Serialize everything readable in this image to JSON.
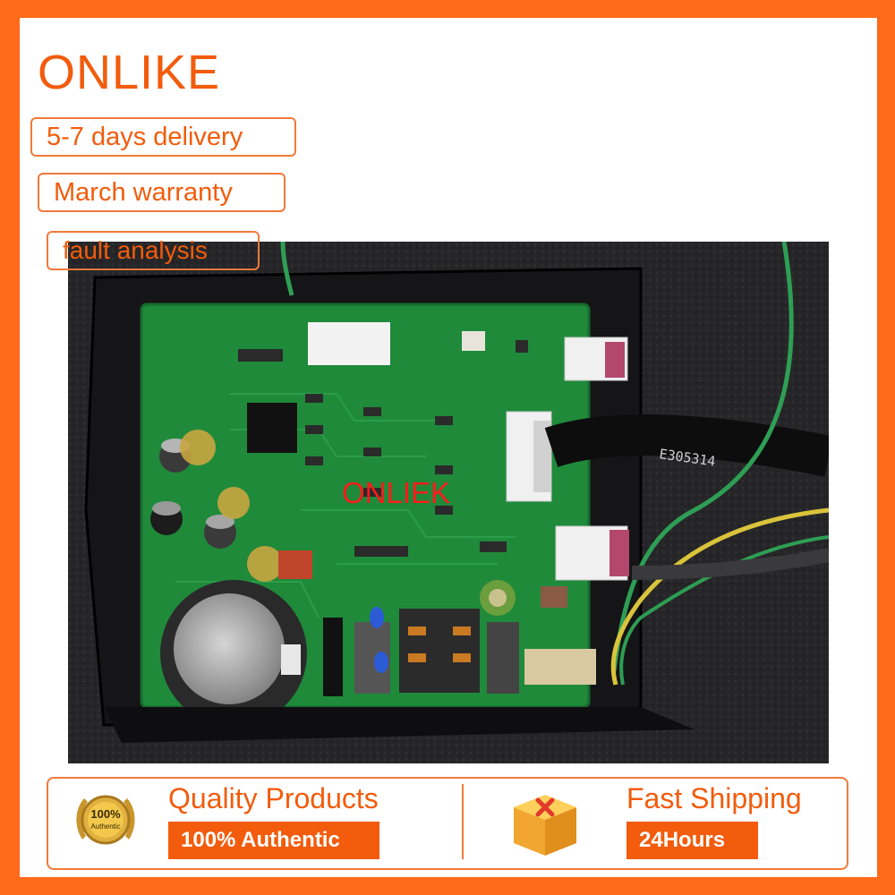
{
  "brand": {
    "name": "ONLIKE",
    "color": "#f25c0c"
  },
  "tags": {
    "delivery": "5-7 days delivery",
    "warranty": "March warranty",
    "analysis": "fault analysis"
  },
  "photo": {
    "watermark": "ONLIEK",
    "board_label": "E305314"
  },
  "features": {
    "quality": {
      "title": "Quality Products",
      "pill": "100% Authentic"
    },
    "shipping": {
      "title": "Fast Shipping",
      "pill": "24Hours"
    }
  },
  "seal": {
    "top": "100%",
    "bottom": "Authentic",
    "icon": "authentic-seal-icon"
  },
  "box_icon": "shipping-box-icon",
  "colors": {
    "accent": "#f25c0c",
    "border": "#f07a3a",
    "background": "#ff6a1a"
  }
}
